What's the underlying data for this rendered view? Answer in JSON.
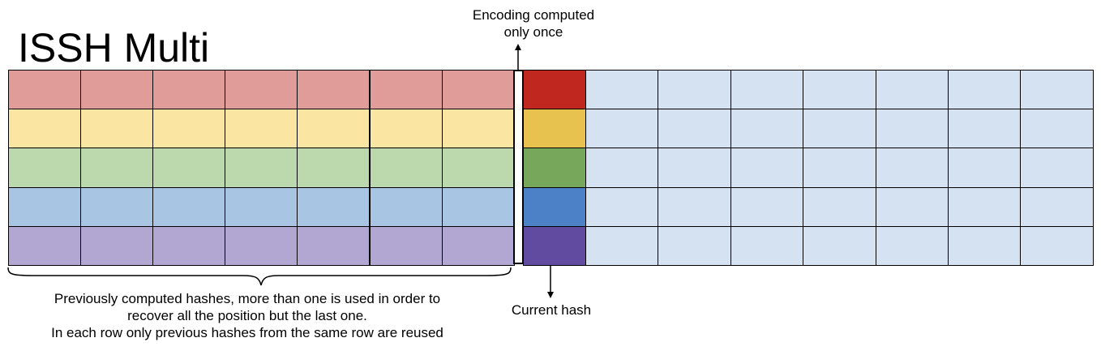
{
  "title": "ISSH Multi",
  "labels": {
    "encoding_line1": "Encoding computed",
    "encoding_line2": "only once",
    "current_hash": "Current hash",
    "previous_line1": "Previously computed hashes, more than one is used in order to",
    "previous_line2": "recover all the position but the last one.",
    "previous_line3": "In each row only previous hashes from the same row are reused"
  },
  "grid": {
    "previous_columns": 7,
    "future_columns": 7,
    "rows": [
      {
        "previous_color": "#e09c98",
        "current_color": "#c0281f"
      },
      {
        "previous_color": "#fbe5a3",
        "current_color": "#e8c24f"
      },
      {
        "previous_color": "#bcd8ad",
        "current_color": "#76a75a"
      },
      {
        "previous_color": "#a8c5e3",
        "current_color": "#4d81c7"
      },
      {
        "previous_color": "#b2a6d3",
        "current_color": "#614ba0"
      }
    ],
    "future_color": "#d4e2f1"
  }
}
